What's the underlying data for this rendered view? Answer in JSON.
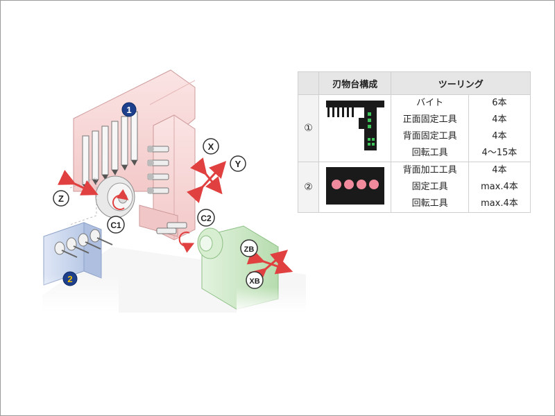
{
  "callouts": {
    "turret_1": "1",
    "turret_2": "2",
    "axis_x": "X",
    "axis_y": "Y",
    "axis_z": "Z",
    "axis_c1": "C1",
    "axis_c2": "C2",
    "axis_zb": "ZB",
    "axis_xb": "XB"
  },
  "table": {
    "header": {
      "empty": "",
      "config": "刃物台構成",
      "tooling": "ツーリング"
    },
    "rows": [
      {
        "num": "①",
        "items": [
          "バイト",
          "正面固定工具",
          "背面固定工具",
          "回転工具"
        ],
        "qty": [
          "6本",
          "4本",
          "4本",
          "4～15本"
        ]
      },
      {
        "num": "②",
        "items": [
          "背面加工工具",
          "固定工具",
          "回転工具"
        ],
        "qty": [
          "4本",
          "max.4本",
          "max.4本"
        ]
      }
    ]
  },
  "colors": {
    "turret_pink": "#f6d3d3",
    "turret2_blue": "#c9d7ee",
    "spindle_green": "#cfe9c9",
    "arrow_red": "#e04040",
    "badge_blue": "#1d3f8c",
    "badge_yellow": "#f2c200",
    "thumb_tool_pink": "#f08a9c"
  }
}
